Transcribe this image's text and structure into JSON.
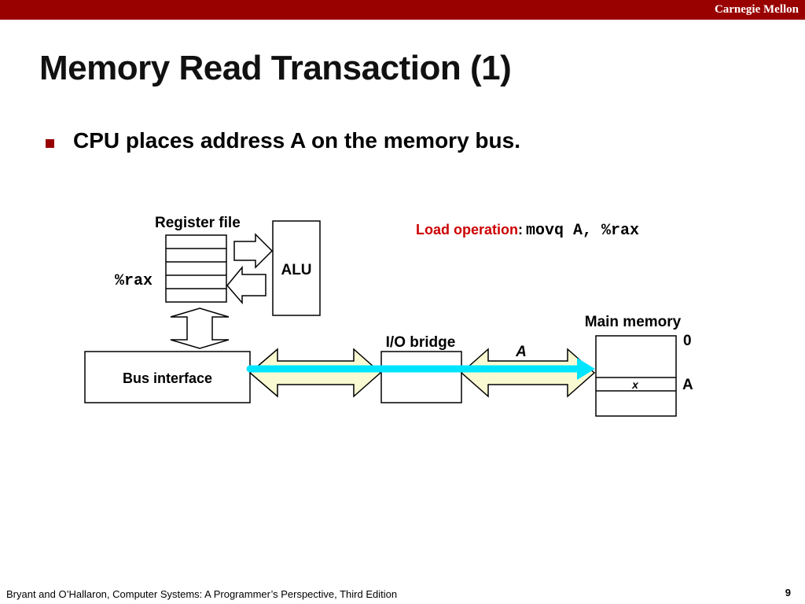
{
  "header": {
    "brand": "Carnegie Mellon",
    "brand_color": "#990000"
  },
  "slide": {
    "title": "Memory Read Transaction (1)",
    "bullet": "CPU places address A on the memory bus."
  },
  "diagram": {
    "register_file_label": "Register file",
    "rax_label": "%rax",
    "alu_label": "ALU",
    "load_operation_label": "Load operation",
    "load_operation_colon": ":",
    "load_operation_code": "movq A, %rax",
    "main_memory_label": "Main memory",
    "memory_zero_label": "0",
    "memory_address_label": "A",
    "memory_cell_value": "x",
    "io_bridge_label": "I/O bridge",
    "bus_value_label": "A",
    "bus_interface_label": "Bus interface",
    "bus_arrow_color": "#00e5ff",
    "bus_fill_color": "#fafad2"
  },
  "footer": {
    "citation": "Bryant and O’Hallaron, Computer Systems: A Programmer’s Perspective, Third Edition",
    "page_number": "9"
  }
}
